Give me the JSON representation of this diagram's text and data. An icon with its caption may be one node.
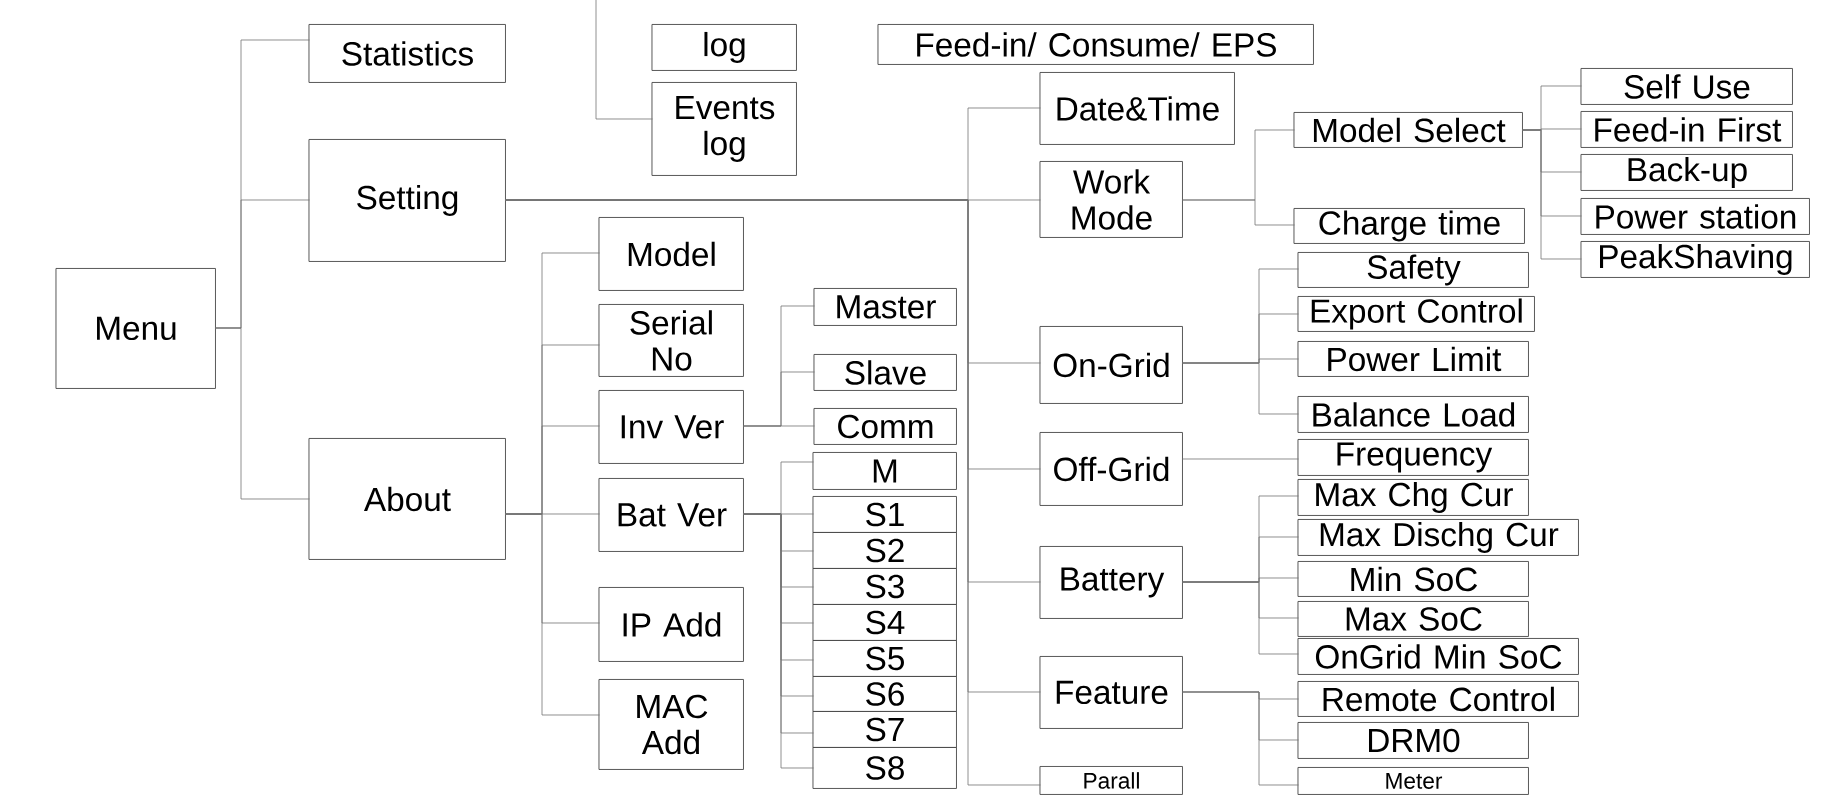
{
  "diagram": {
    "nodes": [
      {
        "text": [
          "Menu"
        ]
      },
      {
        "text": [
          "Statistics"
        ]
      },
      {
        "text": [
          "Setting"
        ]
      },
      {
        "text": [
          "About"
        ]
      },
      {
        "text": [
          "log"
        ]
      },
      {
        "text": [
          "Events log"
        ]
      },
      {
        "text": [
          "Feed-in/ Consume/ EPS"
        ]
      },
      {
        "text": [
          "Date&Time"
        ]
      },
      {
        "text": [
          "Work Mode"
        ]
      },
      {
        "text": [
          "On-Grid"
        ]
      },
      {
        "text": [
          "Off-Grid"
        ]
      },
      {
        "text": [
          "Battery"
        ]
      },
      {
        "text": [
          "Feature"
        ]
      },
      {
        "text": [
          "Parall"
        ]
      },
      {
        "text": [
          "Model Select"
        ]
      },
      {
        "text": [
          "Charge time"
        ]
      },
      {
        "text": [
          "Self Use"
        ]
      },
      {
        "text": [
          "Feed-in First"
        ]
      },
      {
        "text": [
          "Back-up"
        ]
      },
      {
        "text": [
          "Power station"
        ]
      },
      {
        "text": [
          "PeakShaving"
        ]
      },
      {
        "text": [
          "Safety"
        ]
      },
      {
        "text": [
          "Export Control"
        ]
      },
      {
        "text": [
          "Power Limit"
        ]
      },
      {
        "text": [
          "Balance Load"
        ]
      },
      {
        "text": [
          "Frequency"
        ]
      },
      {
        "text": [
          "Max Chg Cur"
        ]
      },
      {
        "text": [
          "Max Dischg Cur"
        ]
      },
      {
        "text": [
          "Min SoC"
        ]
      },
      {
        "text": [
          "Max SoC"
        ]
      },
      {
        "text": [
          "OnGrid Min SoC"
        ]
      },
      {
        "text": [
          "Remote Control"
        ]
      },
      {
        "text": [
          "DRM0"
        ]
      },
      {
        "text": [
          "Meter"
        ]
      },
      {
        "text": [
          "Model"
        ]
      },
      {
        "text": [
          "Serial No"
        ]
      },
      {
        "text": [
          "Inv Ver"
        ]
      },
      {
        "text": [
          "Bat Ver"
        ]
      },
      {
        "text": [
          "IP Add"
        ]
      },
      {
        "text": [
          "MAC Add"
        ]
      },
      {
        "text": [
          "Master"
        ]
      },
      {
        "text": [
          "Slave"
        ]
      },
      {
        "text": [
          "Comm"
        ]
      },
      {
        "text": [
          "M"
        ]
      },
      {
        "text": [
          "S1"
        ]
      },
      {
        "text": [
          "S2"
        ]
      },
      {
        "text": [
          "S3"
        ]
      },
      {
        "text": [
          "S4"
        ]
      },
      {
        "text": [
          "S5"
        ]
      },
      {
        "text": [
          "S6"
        ]
      },
      {
        "text": [
          "S7"
        ]
      },
      {
        "text": [
          "S8"
        ]
      }
    ],
    "edges": [
      {
        "from": 0,
        "to": 1,
        "arrow": "none"
      },
      {
        "from": 0,
        "to": 2,
        "arrow": "none"
      },
      {
        "from": 0,
        "to": 3,
        "arrow": "none"
      },
      {
        "from": null,
        "to": 5,
        "arrow": "none"
      },
      {
        "from": 2,
        "to": 7,
        "arrow": "none"
      },
      {
        "from": 2,
        "to": 8,
        "arrow": "none"
      },
      {
        "from": 2,
        "to": 9,
        "arrow": "none"
      },
      {
        "from": 2,
        "to": 10,
        "arrow": "none"
      },
      {
        "from": 2,
        "to": 11,
        "arrow": "none"
      },
      {
        "from": 2,
        "to": 12,
        "arrow": "none"
      },
      {
        "from": 2,
        "to": 13,
        "arrow": "none"
      },
      {
        "from": 8,
        "to": 14,
        "arrow": "none"
      },
      {
        "from": 8,
        "to": 15,
        "arrow": "none"
      },
      {
        "from": 14,
        "to": 16,
        "arrow": "none"
      },
      {
        "from": 14,
        "to": 17,
        "arrow": "none"
      },
      {
        "from": 14,
        "to": 18,
        "arrow": "none"
      },
      {
        "from": 14,
        "to": 19,
        "arrow": "none"
      },
      {
        "from": 14,
        "to": 20,
        "arrow": "none"
      },
      {
        "from": 9,
        "to": 21,
        "arrow": "none"
      },
      {
        "from": 9,
        "to": 22,
        "arrow": "none"
      },
      {
        "from": 9,
        "to": 23,
        "arrow": "none"
      },
      {
        "from": 9,
        "to": 24,
        "arrow": "none"
      },
      {
        "from": 10,
        "to": 25,
        "arrow": "none"
      },
      {
        "from": 11,
        "to": 26,
        "arrow": "none"
      },
      {
        "from": 11,
        "to": 27,
        "arrow": "none"
      },
      {
        "from": 11,
        "to": 28,
        "arrow": "none"
      },
      {
        "from": 11,
        "to": 29,
        "arrow": "none"
      },
      {
        "from": 11,
        "to": 30,
        "arrow": "none"
      },
      {
        "from": 12,
        "to": 31,
        "arrow": "none"
      },
      {
        "from": 12,
        "to": 32,
        "arrow": "none"
      },
      {
        "from": 12,
        "to": 33,
        "arrow": "none"
      },
      {
        "from": 3,
        "to": 34,
        "arrow": "none"
      },
      {
        "from": 3,
        "to": 35,
        "arrow": "none"
      },
      {
        "from": 3,
        "to": 36,
        "arrow": "none"
      },
      {
        "from": 3,
        "to": 37,
        "arrow": "none"
      },
      {
        "from": 3,
        "to": 38,
        "arrow": "none"
      },
      {
        "from": 3,
        "to": 39,
        "arrow": "none"
      },
      {
        "from": 36,
        "to": 40,
        "arrow": "none"
      },
      {
        "from": 36,
        "to": 41,
        "arrow": "none"
      },
      {
        "from": 36,
        "to": 42,
        "arrow": "none"
      },
      {
        "from": 37,
        "to": 43,
        "arrow": "none"
      },
      {
        "from": 37,
        "to": 44,
        "arrow": "none"
      },
      {
        "from": 37,
        "to": 45,
        "arrow": "none"
      },
      {
        "from": 37,
        "to": 46,
        "arrow": "none"
      },
      {
        "from": 37,
        "to": 47,
        "arrow": "none"
      },
      {
        "from": 37,
        "to": 48,
        "arrow": "none"
      },
      {
        "from": 37,
        "to": 49,
        "arrow": "none"
      },
      {
        "from": 37,
        "to": 50,
        "arrow": "none"
      },
      {
        "from": 37,
        "to": 51,
        "arrow": "none"
      }
    ]
  }
}
